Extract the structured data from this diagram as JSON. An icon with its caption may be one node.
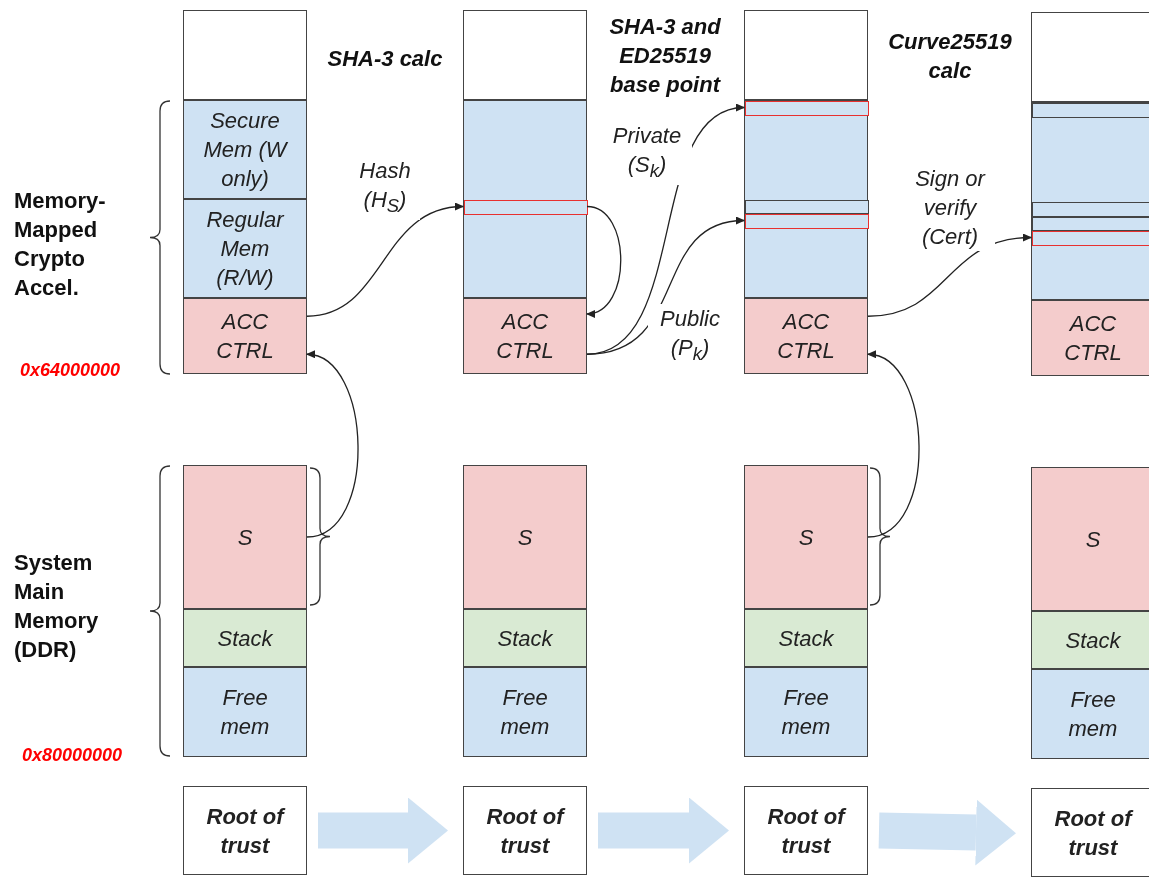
{
  "diagram": {
    "nodes": [
      {
        "text": [],
        "shape": "box"
      },
      {
        "text": [
          "Secure Mem (W only)"
        ]
      },
      {
        "text": [
          "Regular Mem (R/W)"
        ]
      },
      {
        "text": [
          "ACC CTRL"
        ]
      },
      {
        "text": [
          "S"
        ]
      },
      {
        "text": [
          "Stack"
        ]
      },
      {
        "text": [
          "Free mem"
        ]
      },
      {
        "text": [
          "Root of trust"
        ]
      },
      {
        "text": [],
        "shape": "box"
      },
      {
        "text": [],
        "shape": "box"
      },
      {
        "text": [],
        "shape": "box",
        "in": 9
      },
      {
        "text": [
          "ACC CTRL"
        ]
      },
      {
        "text": [
          "S"
        ]
      },
      {
        "text": [
          "Stack"
        ]
      },
      {
        "text": [
          "Free mem"
        ]
      },
      {
        "text": [
          "Root of trust"
        ]
      },
      {
        "text": [],
        "shape": "box"
      },
      {
        "text": [],
        "shape": "box"
      },
      {
        "text": [],
        "shape": "box",
        "in": 17
      },
      {
        "text": [],
        "shape": "box",
        "in": 17
      },
      {
        "text": [],
        "shape": "box",
        "in": 17
      },
      {
        "text": [
          "ACC CTRL"
        ]
      },
      {
        "text": [
          "S"
        ]
      },
      {
        "text": [
          "Stack"
        ]
      },
      {
        "text": [
          "Free mem"
        ]
      },
      {
        "text": [
          "Root of trust"
        ]
      },
      {
        "text": [],
        "shape": "box"
      },
      {
        "text": [],
        "shape": "box"
      },
      {
        "text": [],
        "shape": "box",
        "in": 27
      },
      {
        "text": [],
        "shape": "box",
        "in": 27
      },
      {
        "text": [],
        "shape": "box",
        "in": 27
      },
      {
        "text": [],
        "shape": "box",
        "in": 27
      },
      {
        "text": [
          "ACC CTRL"
        ]
      },
      {
        "text": [
          "S"
        ]
      },
      {
        "text": [
          "Stack"
        ]
      },
      {
        "text": [
          "Free mem"
        ]
      },
      {
        "text": [
          "Root of trust"
        ]
      }
    ],
    "edges": [
      {
        "from": 3,
        "to": 10,
        "arrow": "to",
        "label": "Hash (H$_{S}$)"
      },
      {
        "from": 10,
        "to": 11,
        "arrow": "to"
      },
      {
        "from": 11,
        "to": 18,
        "arrow": "to",
        "label": "Private (S$_{k}$)"
      },
      {
        "from": 11,
        "to": 20,
        "arrow": "to",
        "label": "Public (P$_{k}$)"
      },
      {
        "from": 21,
        "to": 31,
        "arrow": "to",
        "label": "Sign or verify (Cert)"
      },
      {
        "from": 4,
        "to": 3,
        "arrow": "to"
      },
      {
        "from": 22,
        "to": 21,
        "arrow": "to"
      },
      {
        "from": 7,
        "to": 15,
        "arrow": "to",
        "style": "thick",
        "color": "#cfe2f3"
      },
      {
        "from": 15,
        "to": 25,
        "arrow": "to",
        "style": "thick",
        "color": "#cfe2f3"
      },
      {
        "from": 25,
        "to": 36,
        "arrow": "to",
        "style": "thick",
        "color": "#cfe2f3"
      }
    ],
    "labels": [
      "SHA-3 calc",
      "SHA-3 and ED25519 base point",
      "Curve25519 calc",
      "Memory-Mapped Crypto Accel.",
      "0x64000000",
      "System Main Memory (DDR)",
      "0x80000000"
    ]
  }
}
